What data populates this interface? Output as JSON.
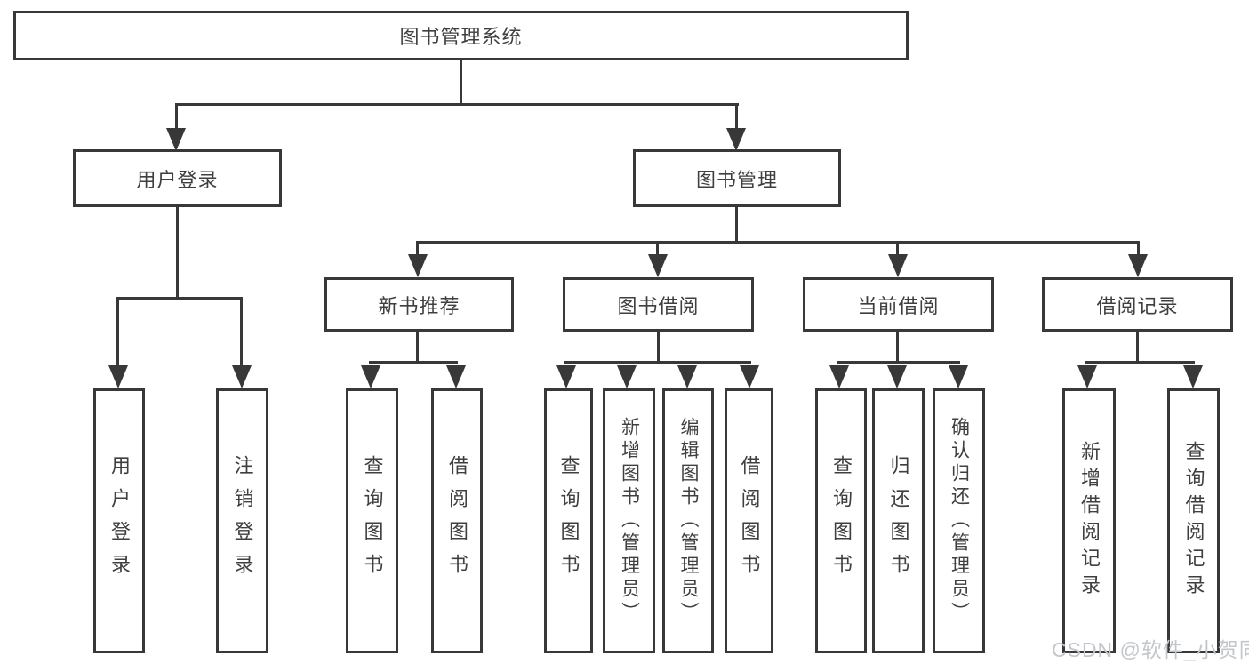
{
  "diagram_title": "图书管理系统",
  "nodes": {
    "root": "图书管理系统",
    "level2": {
      "user_login": "用户登录",
      "book_management": "图书管理"
    },
    "level3": {
      "new_book_recommend": "新书推荐",
      "book_borrow": "图书借阅",
      "current_borrow": "当前借阅",
      "borrow_records": "借阅记录"
    },
    "leaves": {
      "user_login_group": [
        "用户登录",
        "注销登录"
      ],
      "new_book_recommend_group": [
        "查询图书",
        "借阅图书"
      ],
      "book_borrow_group": [
        "查询图书",
        "新增图书（管理员）",
        "编辑图书（管理员）",
        "借阅图书"
      ],
      "current_borrow_group": [
        "查询图书",
        "归还图书",
        "确认归还（管理员）"
      ],
      "borrow_records_group": [
        "新增借阅记录",
        "查询借阅记录"
      ]
    }
  },
  "watermark": "CSDN @软件_小贺同学",
  "colors": {
    "line": "#383838",
    "text": "#3f3f3f",
    "watermark": "#c3c7cd",
    "background": "#ffffff"
  }
}
